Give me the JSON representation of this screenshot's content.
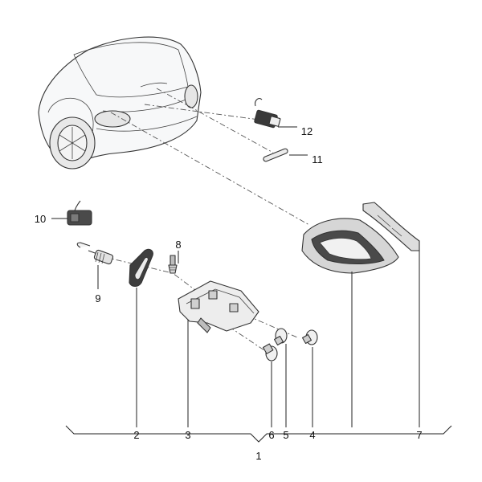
{
  "diagram": {
    "callouts": [
      {
        "id": "c1",
        "label": "1"
      },
      {
        "id": "c2",
        "label": "2"
      },
      {
        "id": "c3",
        "label": "3"
      },
      {
        "id": "c4",
        "label": "4"
      },
      {
        "id": "c5",
        "label": "5"
      },
      {
        "id": "c6",
        "label": "6"
      },
      {
        "id": "c7",
        "label": "7"
      },
      {
        "id": "c8",
        "label": "8"
      },
      {
        "id": "c9",
        "label": "9"
      },
      {
        "id": "c10",
        "label": "10"
      },
      {
        "id": "c11",
        "label": "11"
      },
      {
        "id": "c12",
        "label": "12"
      }
    ],
    "colors": {
      "line": "#222222",
      "part_fill": "#f2f2f2",
      "car_fill": "#f7f8f9",
      "lamp_red": "#d9d9d9",
      "dark": "#333333"
    }
  }
}
